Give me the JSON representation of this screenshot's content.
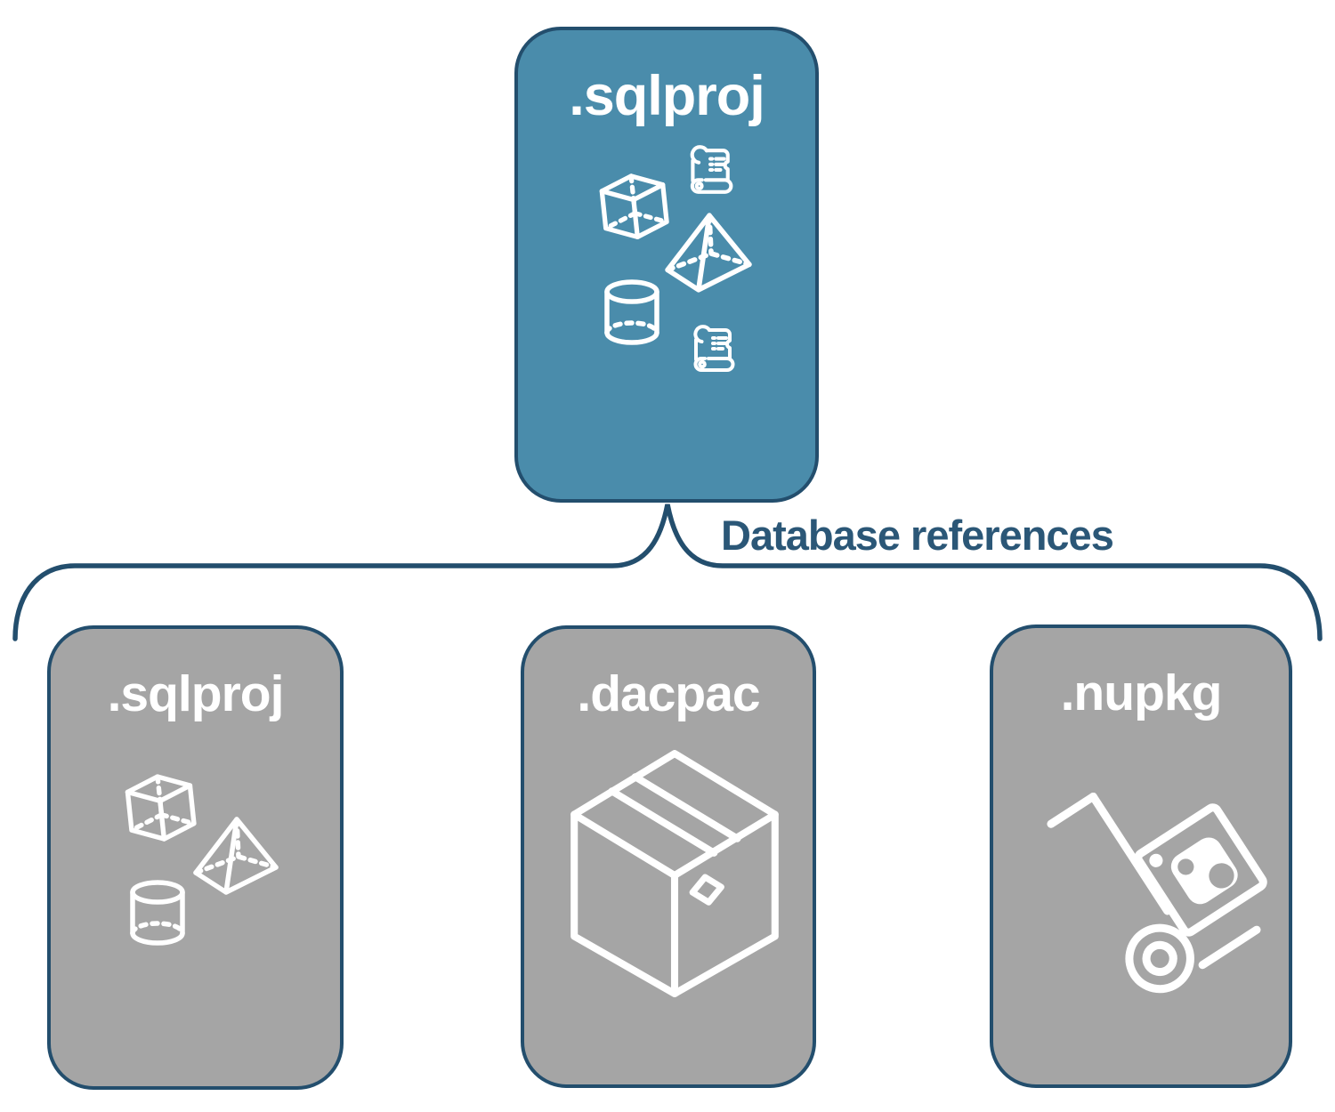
{
  "top_card": {
    "label": ".sqlproj",
    "icons": [
      "cube-icon",
      "scroll-icon",
      "pyramid-icon",
      "cylinder-icon",
      "scroll-icon"
    ]
  },
  "connector_label": "Database references",
  "bottom_cards": [
    {
      "label": ".sqlproj",
      "icons": [
        "cube-icon",
        "pyramid-icon",
        "cylinder-icon"
      ]
    },
    {
      "label": ".dacpac",
      "icons": [
        "package-box-icon"
      ]
    },
    {
      "label": ".nupkg",
      "icons": [
        "hand-truck-icon",
        "nuget-package-icon"
      ]
    }
  ],
  "colors": {
    "accent_fill": "#4A8CAB",
    "outline": "#234E6D",
    "label_text": "#2B5777",
    "gray_fill": "#A5A5A5",
    "icon_color": "#FFFFFF",
    "background": "#FFFFFF"
  }
}
